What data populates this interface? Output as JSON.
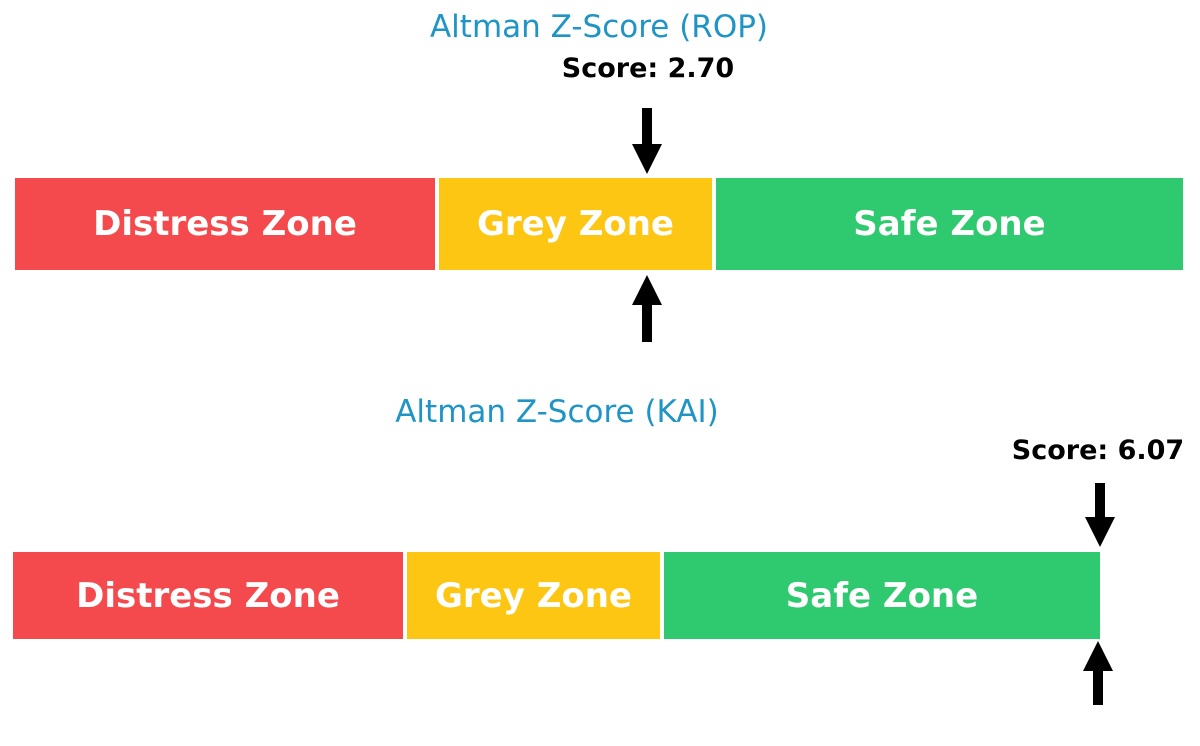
{
  "figure": {
    "background": "#ffffff"
  },
  "charts": [
    {
      "title": "Altman Z-Score (ROP)",
      "score_label": "Score: 2.70",
      "score": 2.7,
      "zones": [
        {
          "label": "Distress Zone"
        },
        {
          "label": "Grey Zone"
        },
        {
          "label": "Safe Zone"
        }
      ]
    },
    {
      "title": "Altman Z-Score (KAI)",
      "score_label": "Score: 6.07",
      "score": 6.07,
      "zones": [
        {
          "label": "Distress Zone"
        },
        {
          "label": "Grey Zone"
        },
        {
          "label": "Safe Zone"
        }
      ]
    }
  ],
  "colors": {
    "title_text": "#2095c5",
    "score_text": "#000000",
    "zone_label_text": "#ffffff",
    "distress_zone": "#f4494d",
    "grey_zone": "#fcc613",
    "safe_zone": "#2fc96f",
    "arrow": "#000000",
    "background": "#ffffff"
  },
  "chart_data": [
    {
      "type": "bar",
      "orientation": "horizontal",
      "title": "Altman Z-Score (ROP)",
      "ticker": "ROP",
      "score": 2.7,
      "score_label": "Score: 2.70",
      "xlim": [
        0,
        5
      ],
      "zones": [
        {
          "label": "Distress Zone",
          "range": [
            0,
            1.81
          ],
          "color": "#f4494d"
        },
        {
          "label": "Grey Zone",
          "range": [
            1.81,
            2.99
          ],
          "color": "#fcc613"
        },
        {
          "label": "Safe Zone",
          "range": [
            2.99,
            5.0
          ],
          "color": "#2fc96f"
        }
      ],
      "marker": {
        "value": 2.7,
        "style": "down-and-up-black-arrows",
        "clamped_to_axis_max": false
      },
      "legend": "none",
      "grid": false
    },
    {
      "type": "bar",
      "orientation": "horizontal",
      "title": "Altman Z-Score (KAI)",
      "ticker": "KAI",
      "score": 6.07,
      "score_label": "Score: 6.07",
      "xlim": [
        0,
        5
      ],
      "zones": [
        {
          "label": "Distress Zone",
          "range": [
            0,
            1.81
          ],
          "color": "#f4494d"
        },
        {
          "label": "Grey Zone",
          "range": [
            1.81,
            2.99
          ],
          "color": "#fcc613"
        },
        {
          "label": "Safe Zone",
          "range": [
            2.99,
            5.0
          ],
          "color": "#2fc96f"
        }
      ],
      "marker": {
        "value": 6.07,
        "style": "down-and-up-black-arrows",
        "clamped_to_axis_max": true
      },
      "legend": "none",
      "grid": false
    }
  ]
}
